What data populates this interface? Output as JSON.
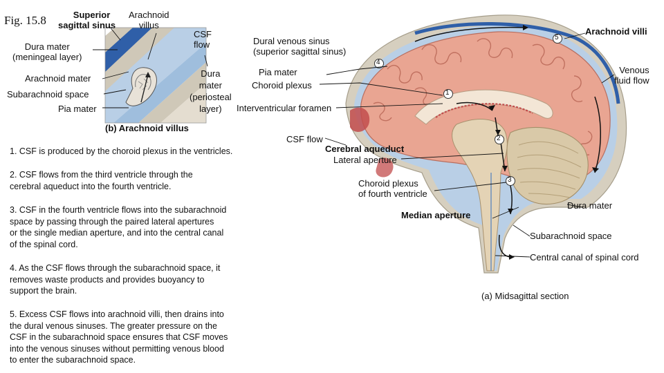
{
  "figure": {
    "number": "Fig. 15.8",
    "panel_a_caption": "(a) Midsagittal section",
    "panel_b_caption": "(b) Arachnoid villus"
  },
  "inset_labels": {
    "superior_sagittal_sinus": [
      "Superior",
      "sagittal sinus"
    ],
    "arachnoid_villus": [
      "Arachnoid",
      "villus"
    ],
    "dura_mater_meningeal": [
      "Dura mater",
      "(meningeal layer)"
    ],
    "arachnoid_mater": "Arachnoid mater",
    "subarachnoid_space": "Subarachnoid space",
    "pia_mater": "Pia mater"
  },
  "brain_labels": {
    "csf_flow_top": [
      "CSF",
      "flow"
    ],
    "dural_venous_sinus": [
      "Dural venous sinus",
      "(superior sagittal sinus)"
    ],
    "dura_mater_periosteal": [
      "Dura",
      "mater",
      "(periosteal",
      "layer)"
    ],
    "pia_mater": "Pia mater",
    "choroid_plexus": "Choroid plexus",
    "interventricular_foramen": "Interventricular foramen",
    "arachnoid_villi": "Arachnoid villi",
    "venous_fluid_flow": [
      "Venous",
      "fluid flow"
    ],
    "csf_flow_mid": "CSF flow",
    "cerebral_aqueduct": "Cerebral aqueduct",
    "lateral_aperture": "Lateral aperture",
    "choroid_plexus_fourth": [
      "Choroid plexus",
      "of fourth ventricle"
    ],
    "median_aperture": "Median aperture",
    "dura_mater": "Dura mater",
    "subarachnoid_space": "Subarachnoid space",
    "central_canal": "Central canal of spinal cord"
  },
  "step_markers": [
    "1",
    "2",
    "3",
    "4",
    "5"
  ],
  "steps": [
    "1.   CSF is produced by the choroid plexus in the ventricles.",
    [
      "2.   CSF flows from the third ventricle through the",
      "cerebral aqueduct into the fourth ventricle."
    ],
    [
      "3.  CSF in the fourth ventricle flows into the subarachnoid",
      "space by passing through the paired lateral apertures",
      "or the single median aperture,  and into the central canal",
      "of the spinal cord."
    ],
    [
      "4. As the CSF flows through the subarachnoid space, it",
      "removes waste products and provides buoyancy to",
      "support the brain."
    ],
    [
      "5. Excess CSF flows into arachnoid villi, then drains into",
      "the dural venous sinuses. The greater pressure on the",
      "CSF in the subarachnoid space ensures that CSF moves",
      "into the venous sinuses without permitting venous blood",
      "to enter the subarachnoid space."
    ]
  ],
  "colors": {
    "dura": "#c9c3b3",
    "venous_sinus": "#2f5fa8",
    "csf_space": "#b9cfe6",
    "brain": "#e9a592",
    "brain_fold": "#c97a6b",
    "ventricle": "#f6efe6",
    "cerebellum": "#d9c9a8",
    "tissue_red": "#c24c4c"
  }
}
